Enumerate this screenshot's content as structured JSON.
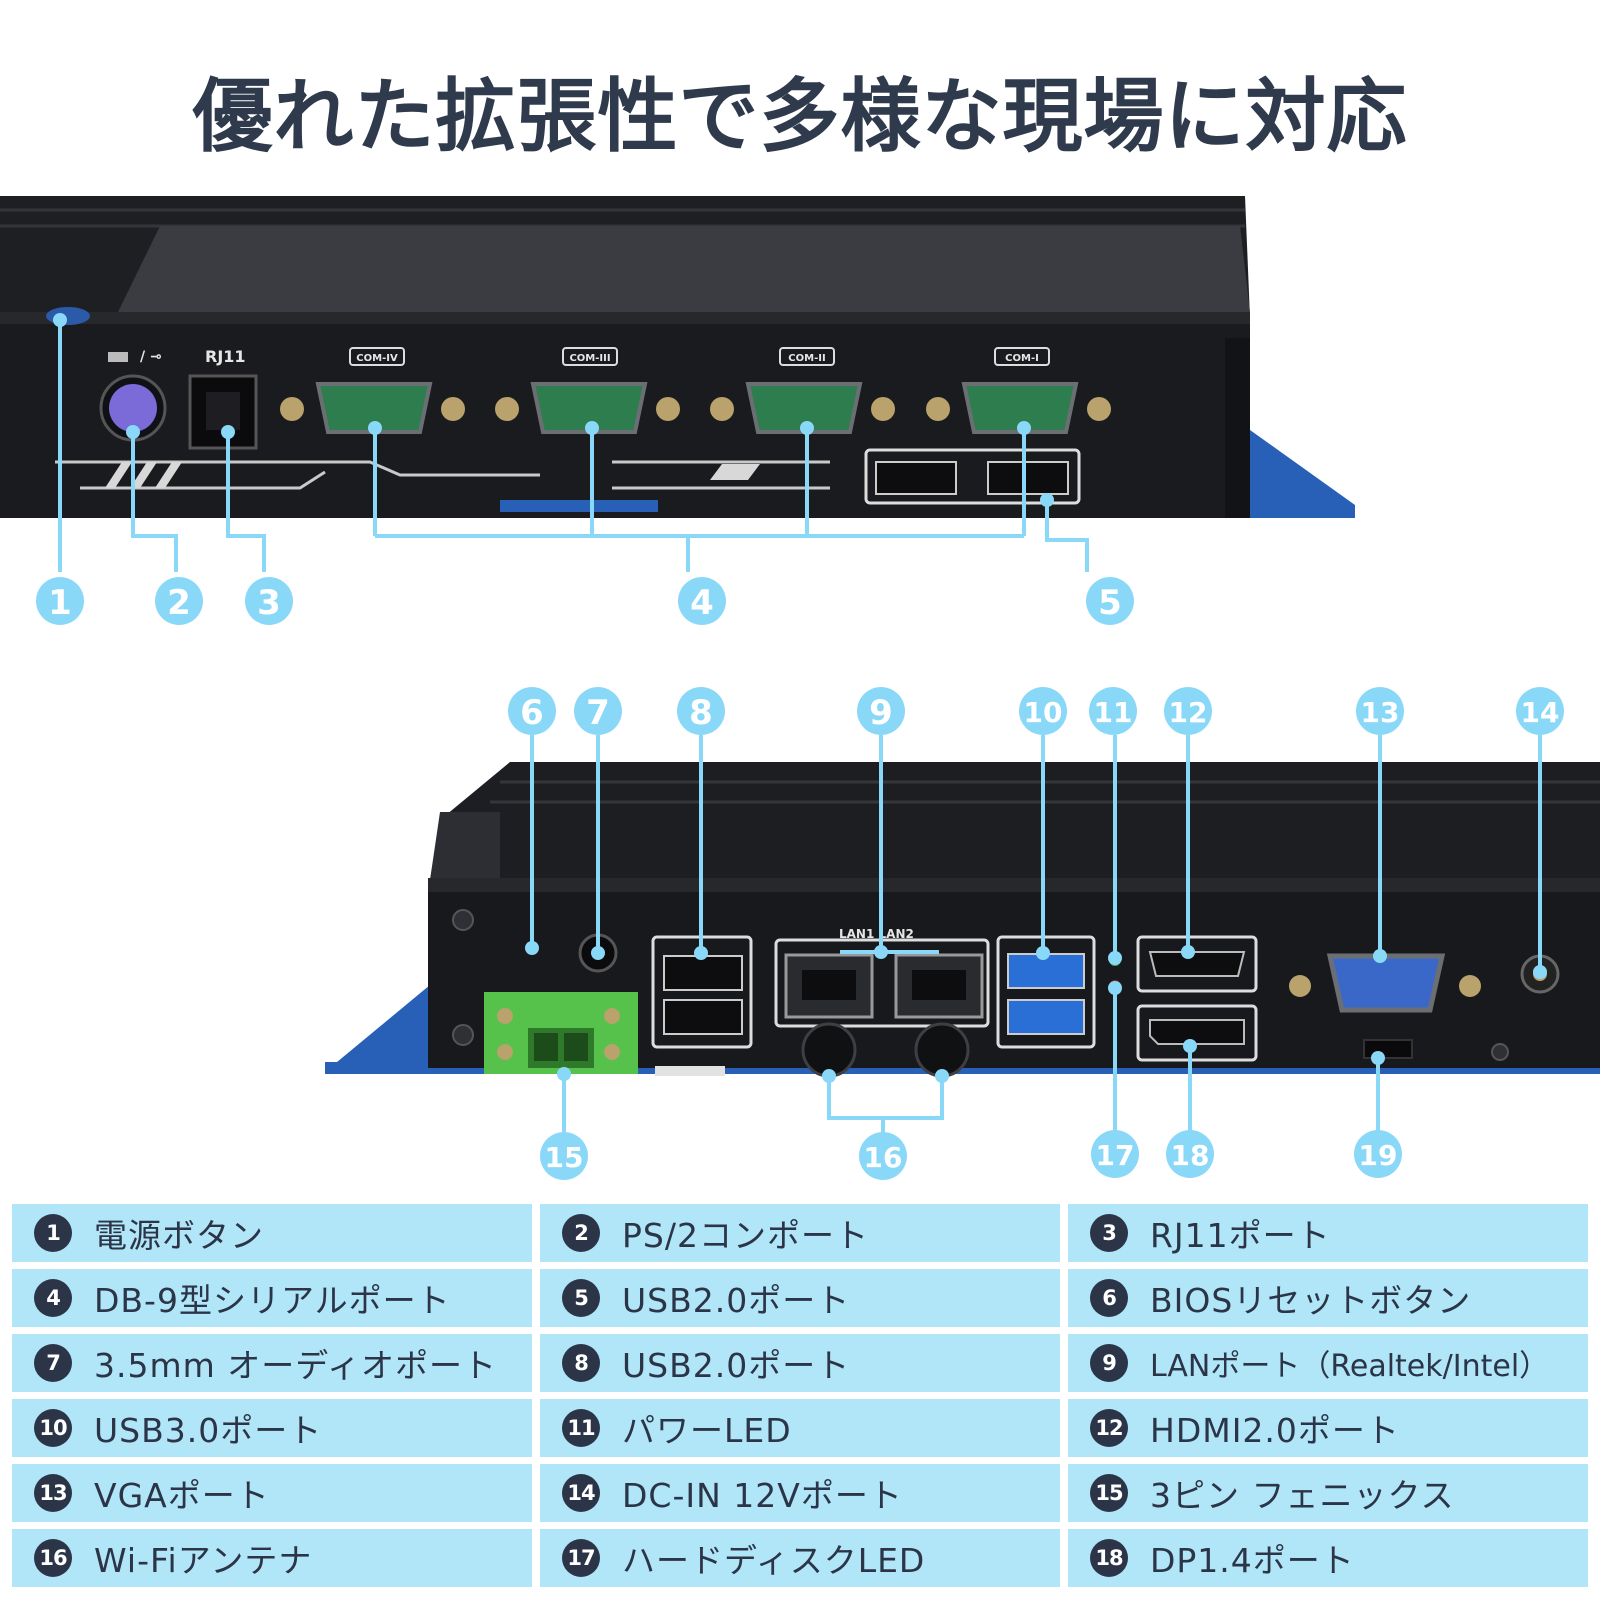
{
  "title": "優れた拡張性で多様な現場に対応",
  "ports": [
    {
      "num": "1",
      "label": "電源ボタン"
    },
    {
      "num": "2",
      "label": "PS/2コンポート"
    },
    {
      "num": "3",
      "label": "RJ11ポート"
    },
    {
      "num": "4",
      "label": "DB-9型シリアルポート"
    },
    {
      "num": "5",
      "label": "USB2.0ポート"
    },
    {
      "num": "6",
      "label": "BIOSリセットボタン"
    },
    {
      "num": "7",
      "label": "3.5mm オーディオポート"
    },
    {
      "num": "8",
      "label": "USB2.0ポート"
    },
    {
      "num": "9",
      "label": "LANポート（Realtek/Intel）"
    },
    {
      "num": "10",
      "label": "USB3.0ポート"
    },
    {
      "num": "11",
      "label": "パワーLED"
    },
    {
      "num": "12",
      "label": "HDMI2.0ポート"
    },
    {
      "num": "13",
      "label": "VGAポート"
    },
    {
      "num": "14",
      "label": "DC-IN 12Vポート"
    },
    {
      "num": "15",
      "label": "3ピン フェニックス"
    },
    {
      "num": "16",
      "label": "Wi-Fiアンテナ"
    },
    {
      "num": "17",
      "label": "ハードディスクLED"
    },
    {
      "num": "18",
      "label": "DP1.4ポート"
    }
  ],
  "photo_text": {
    "rj11": "RJ11",
    "com4": "COM-IV",
    "com3": "COM-III",
    "com2": "COM-II",
    "com1": "COM-I",
    "lan": "LAN1  LAN2"
  },
  "callouts": {
    "c1": "1",
    "c2": "2",
    "c3": "3",
    "c4": "4",
    "c5": "5",
    "c6": "6",
    "c7": "7",
    "c8": "8",
    "c9": "9",
    "c10": "10",
    "c11": "11",
    "c12": "12",
    "c13": "13",
    "c14": "14",
    "c15": "15",
    "c16": "16",
    "c17": "17",
    "c18": "18",
    "c19": "19"
  },
  "colors": {
    "callout": "#8ad8f8",
    "legend_bg": "#b0e6f8",
    "legend_badge": "#2b3547",
    "chassis": "#1c1d21",
    "base_plate": "#2860b8",
    "serial_port": "#2e7d4f",
    "phoenix_connector": "#56c24b"
  }
}
